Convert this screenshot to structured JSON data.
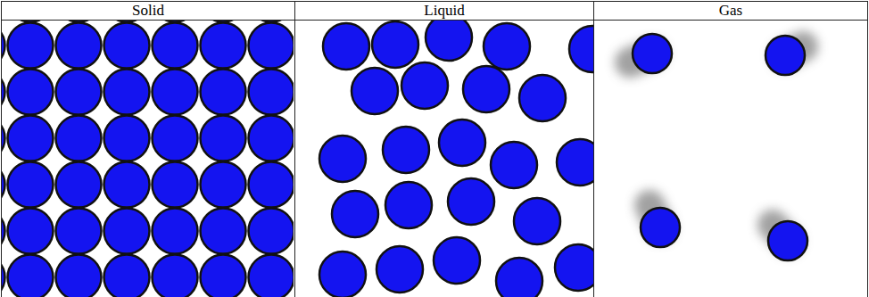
{
  "diagram": {
    "labels": [
      "Solid",
      "Liquid",
      "Gas"
    ]
  }
}
